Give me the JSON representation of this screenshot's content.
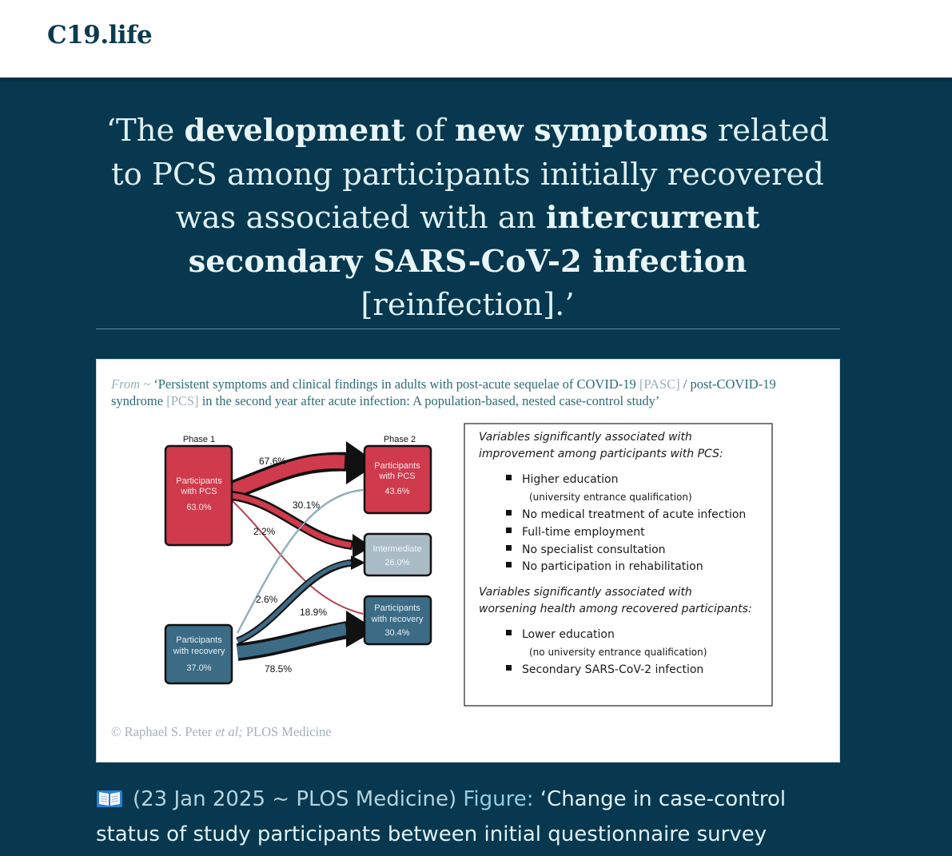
{
  "header": {
    "logo": "C19.life"
  },
  "quote": {
    "open": "‘The ",
    "b1": "development",
    "t1": " of ",
    "b2": "new symptoms",
    "t2": " related to PCS among participants initially recovered was associated with an ",
    "b3": "intercurrent secondary SARS-CoV-2 infection",
    "t3": " [reinfection].’"
  },
  "figure": {
    "from_label": "From ~",
    "title_a": " ‘Persistent symptoms and clinical findings in adults with post-acute sequelae of COVID-19 ",
    "abbr1": "[PASC]",
    "title_b": " / post-COVID-19 syndrome ",
    "abbr2": "[PCS]",
    "title_c": " in the second year after acute infection: A population-based, nested case-control study’",
    "credit_a": "© Raphael S. Peter ",
    "credit_b": "et al;",
    "credit_c": " PLOS Medicine",
    "diagram": {
      "phase1": "Phase 1",
      "phase2": "Phase 2",
      "pcs1_l1": "Participants",
      "pcs1_l2": "with PCS",
      "pcs1_pct": "63.0%",
      "rec1_l1": "Participants",
      "rec1_l2": "with recovery",
      "rec1_pct": "37.0%",
      "pcs2_l1": "Participants",
      "pcs2_l2": "with PCS",
      "pcs2_pct": "43.6%",
      "int2_l1": "Intermediate",
      "int2_pct": "26.0%",
      "rec2_l1": "Participants",
      "rec2_l2": "with recovery",
      "rec2_pct": "30.4%",
      "flow_pcs_pcs": "67.6%",
      "flow_pcs_int": "30.1%",
      "flow_pcs_rec": "2.2%",
      "flow_rec_pcs": "2.6%",
      "flow_rec_int": "18.9%",
      "flow_rec_rec": "78.5%",
      "colors": {
        "pcs": "#cf3a4c",
        "recovery": "#3c6b85",
        "intermediate": "#a9bcc6"
      }
    },
    "variables": {
      "head1_l1": "Variables significantly associated with",
      "head1_l2": "improvement among participants with PCS:",
      "items1": [
        "Higher education",
        "(university entrance qualification)",
        "No medical treatment of acute infection",
        "Full-time employment",
        "No specialist consultation",
        "No participation in rehabilitation"
      ],
      "head2_l1": "Variables significantly associated with",
      "head2_l2": "worsening health among recovered participants:",
      "items2": [
        "Lower education",
        "(no university entrance qualification)",
        "Secondary SARS-CoV-2 infection"
      ]
    }
  },
  "caption": {
    "icon": "open-book-icon",
    "meta": "(23 Jan 2025 ~ PLOS Medicine)",
    "figure_label": "Figure:",
    "text": " ‘Change in case-control status of study participants between initial questionnaire survey"
  }
}
